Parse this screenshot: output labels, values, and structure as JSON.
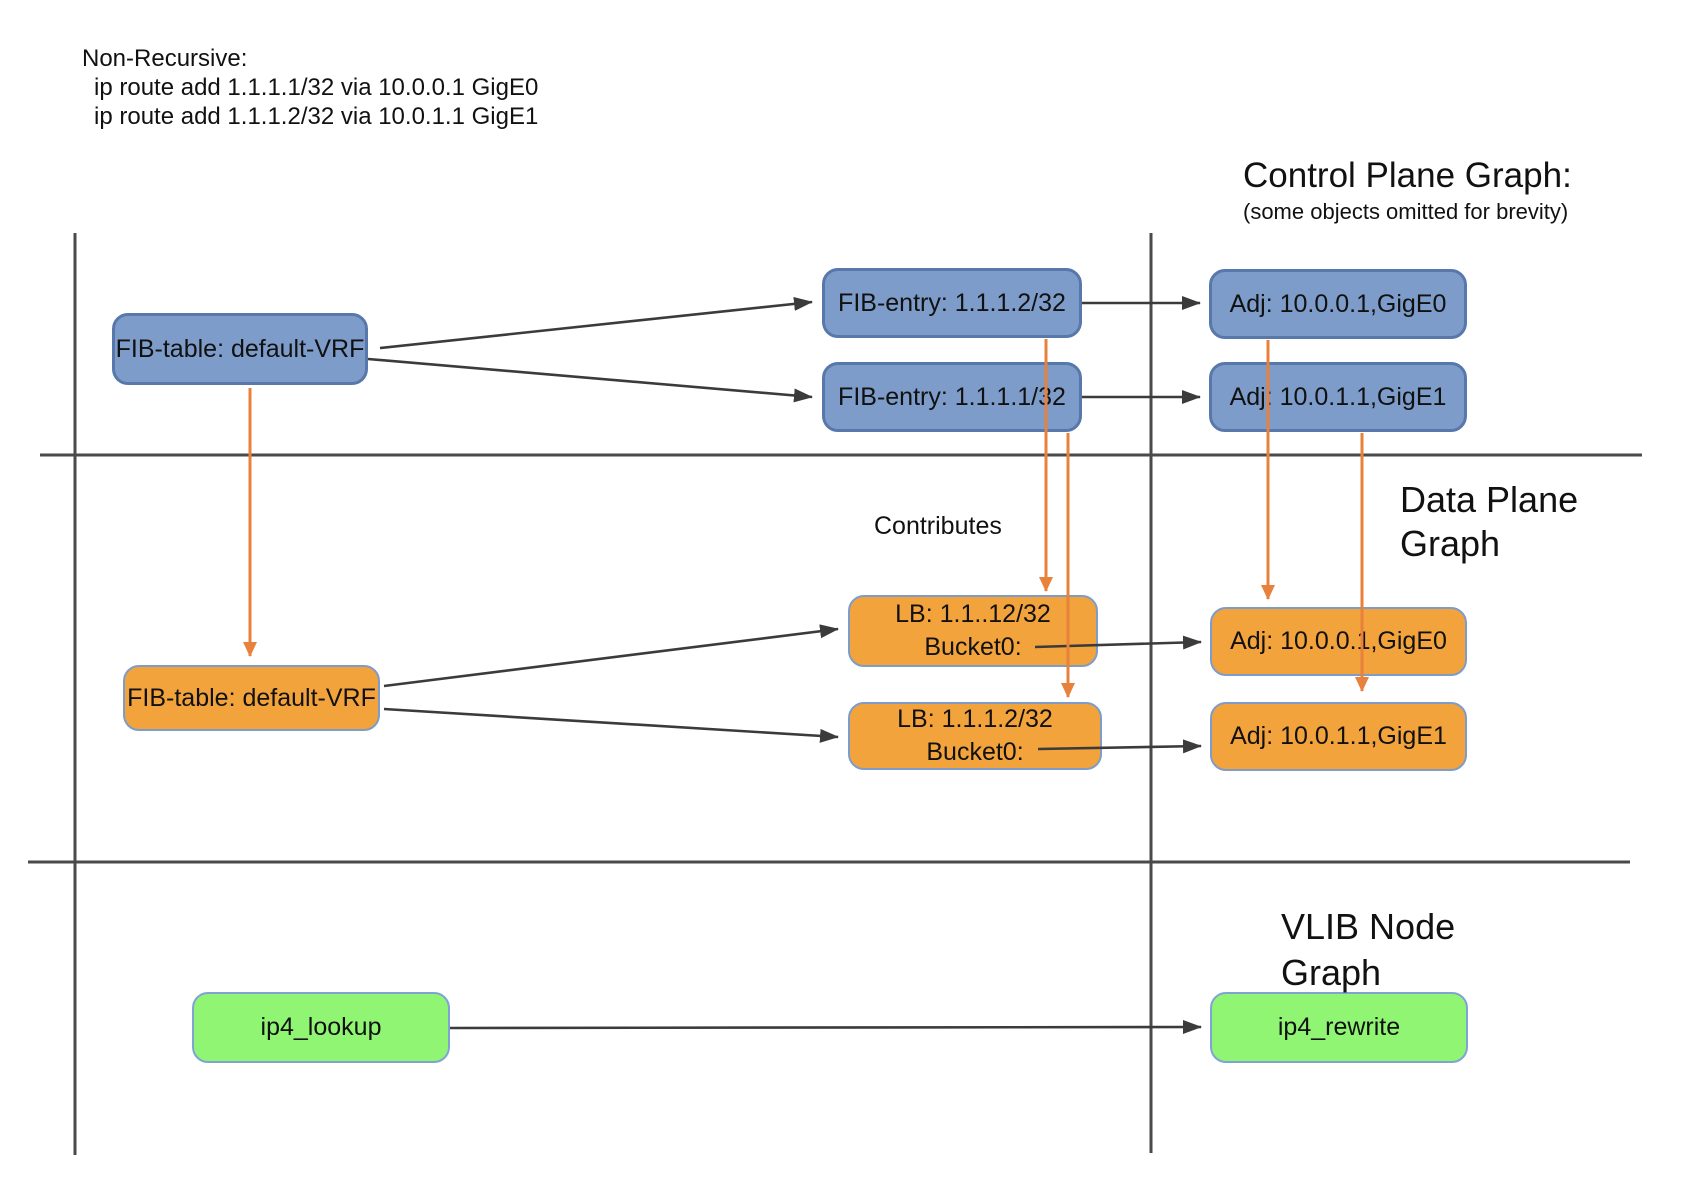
{
  "colors": {
    "control_plane_node_fill": "#7D9CC9",
    "control_plane_node_border": "#5878AC",
    "data_plane_node_fill": "#F2A33C",
    "data_plane_node_border": "#7D9CC9",
    "vlib_node_fill": "#90F573",
    "vlib_node_border": "#7FA4D4",
    "connector_color": "#3B3B3B",
    "contributes_arrow_color": "#E8813C"
  },
  "route_config": {
    "title": "Non-Recursive:",
    "lines": [
      "ip route add 1.1.1.1/32 via 10.0.0.1 GigE0",
      "ip route add 1.1.1.2/32 via 10.0.1.1 GigE1"
    ]
  },
  "control_plane": {
    "title": "Control Plane Graph:",
    "subtitle": "(some objects omitted for brevity)",
    "nodes": {
      "fib_table": "FIB-table: default-VRF",
      "fib_entry_2": "FIB-entry: 1.1.1.2/32",
      "fib_entry_1": "FIB-entry: 1.1.1.1/32",
      "adj_gige0": "Adj: 10.0.0.1,GigE0",
      "adj_gige1": "Adj: 10.0.1.1,GigE1"
    }
  },
  "data_plane": {
    "title_line1": "Data Plane",
    "title_line2": "Graph",
    "contributes_label": "Contributes",
    "nodes": {
      "fib_table": "FIB-table: default-VRF",
      "lb1_line1": "LB: 1.1..12/32",
      "lb1_line2": "Bucket0:",
      "lb2_line1": "LB: 1.1.1.2/32",
      "lb2_line2": "Bucket0:",
      "adj_gige0": "Adj: 10.0.0.1,GigE0",
      "adj_gige1": "Adj: 10.0.1.1,GigE1"
    }
  },
  "vlib": {
    "title_line1": "VLIB Node",
    "title_line2": "Graph",
    "nodes": {
      "lookup": "ip4_lookup",
      "rewrite": "ip4_rewrite"
    }
  }
}
